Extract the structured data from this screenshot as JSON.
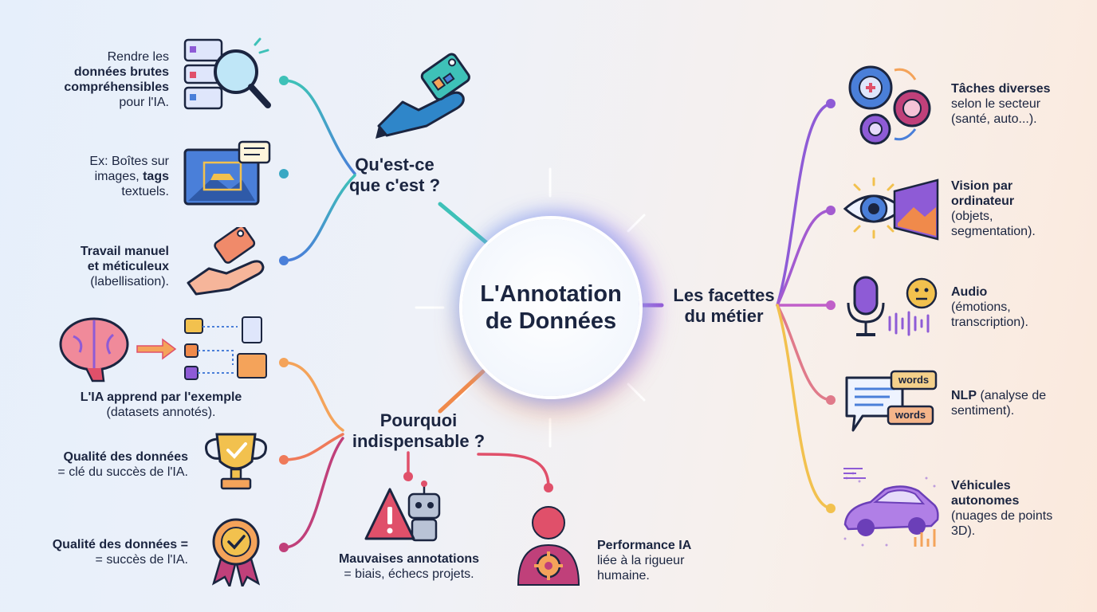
{
  "center": {
    "title_line1": "L'Annotation",
    "title_line2": "de Données"
  },
  "branches": {
    "what": {
      "line1": "Qu'est-ce",
      "line2": "que c'est ?"
    },
    "why": {
      "line1": "Pourquoi",
      "line2": "indispensable ?"
    },
    "facets": {
      "line1": "Les facettes",
      "line2": "du métier"
    }
  },
  "left_top_items": [
    {
      "l1": "Rendre les",
      "l2": "données brutes",
      "l3": "compréhensibles",
      "l4": "pour l'IA."
    },
    {
      "l1": "Ex: Boîtes sur",
      "l2a": "images, ",
      "l2b": "tags",
      "l3": "textuels."
    },
    {
      "l1": "Travail manuel",
      "l2": "et méticuleux",
      "l3": "(labellisation)."
    }
  ],
  "left_bottom_items": [
    {
      "l1": "L'IA apprend par l'exemple",
      "l2": "(datasets annotés)."
    },
    {
      "l1": "Qualité des données",
      "l2": "= clé du succès de l'IA."
    },
    {
      "l1": "Qualité des données =",
      "l2": "= succès de l'IA."
    }
  ],
  "bottom_items": [
    {
      "l1": "Mauvaises annotations",
      "l2": "= biais, échecs projets."
    },
    {
      "l1": "Performance IA",
      "l2": "liée à la rigueur",
      "l3": "humaine."
    }
  ],
  "right_items": [
    {
      "l1": "Tâches diverses",
      "l2": "selon le secteur",
      "l3": "(santé, auto...)."
    },
    {
      "l1": "Vision par",
      "l2": "ordinateur",
      "l3": "(objets,",
      "l4": "segmentation)."
    },
    {
      "l1": "Audio",
      "l2": "(émotions,",
      "l3": "transcription)."
    },
    {
      "l1a": "NLP",
      "l1b": " (analyse de",
      "l2": "sentiment)."
    },
    {
      "l1": "Véhicules",
      "l2": "autonomes",
      "l3": "(nuages de points",
      "l4": "3D)."
    }
  ],
  "speech_bubble_words": [
    "words",
    "words"
  ],
  "colors": {
    "teal": "#3ec1b8",
    "blue": "#4a90d9",
    "purple": "#8e5bd6",
    "orange": "#f08a4b",
    "red": "#e0506a",
    "yellow": "#f2c14e",
    "navy": "#1b2540"
  }
}
